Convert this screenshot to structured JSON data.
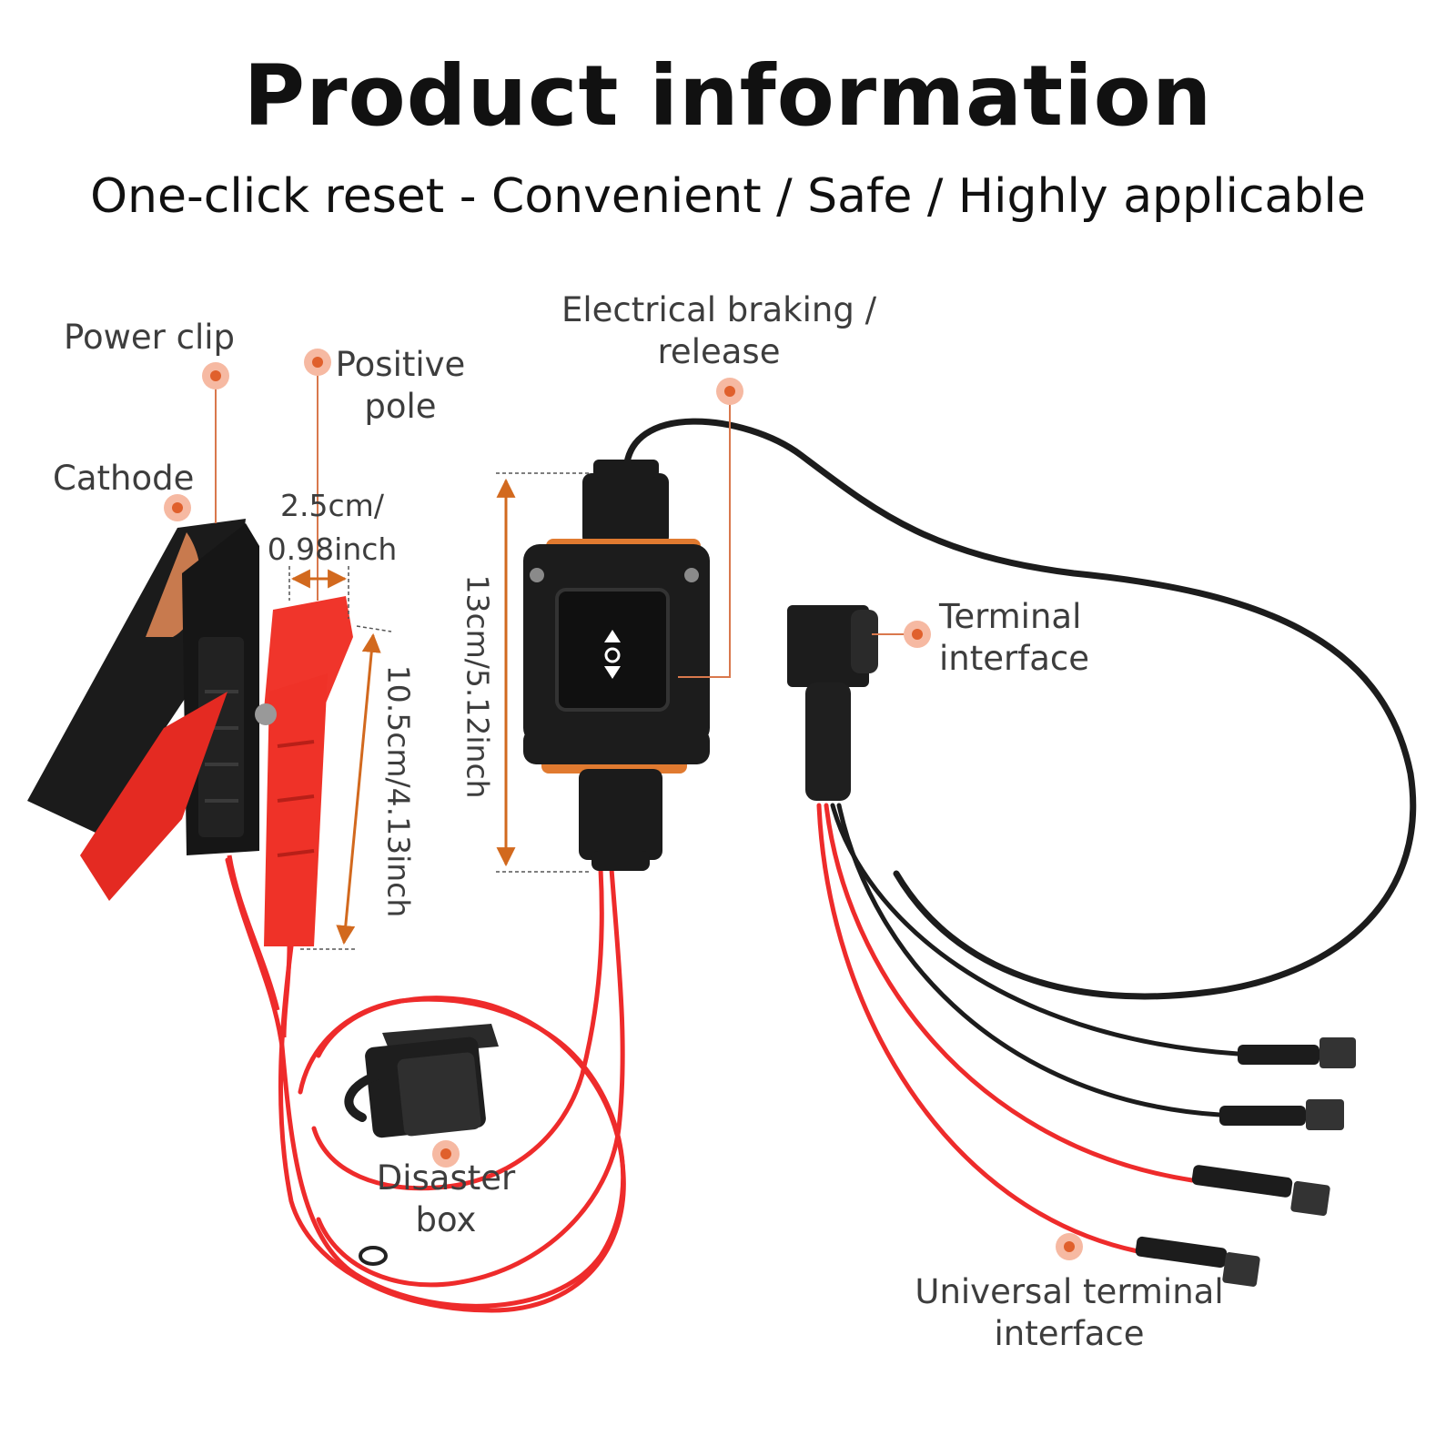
{
  "header": {
    "title": "Product information",
    "subtitle": "One-click reset - Convenient / Safe / Highly applicable"
  },
  "labels": {
    "power_clip": "Power clip",
    "positive_pole_1": "Positive",
    "positive_pole_2": "pole",
    "cathode": "Cathode",
    "electrical_braking_1": "Electrical braking /",
    "electrical_braking_2": "release",
    "terminal_interface_1": "Terminal",
    "terminal_interface_2": "interface",
    "disaster_box_1": "Disaster",
    "disaster_box_2": "box",
    "universal_terminal_1": "Universal terminal",
    "universal_terminal_2": "interface"
  },
  "dimensions": {
    "clip_width_1": "2.5cm/",
    "clip_width_2": "0.98inch",
    "clip_length": "10.5cm/4.13inch",
    "switch_length": "13cm/5.12inch"
  },
  "colors": {
    "accent": "#e87a4a",
    "accent_dot": "#f6b9a2",
    "leader": "#d9784d",
    "red_wire": "#ee2b2b",
    "black_part": "#1a1a1a"
  }
}
